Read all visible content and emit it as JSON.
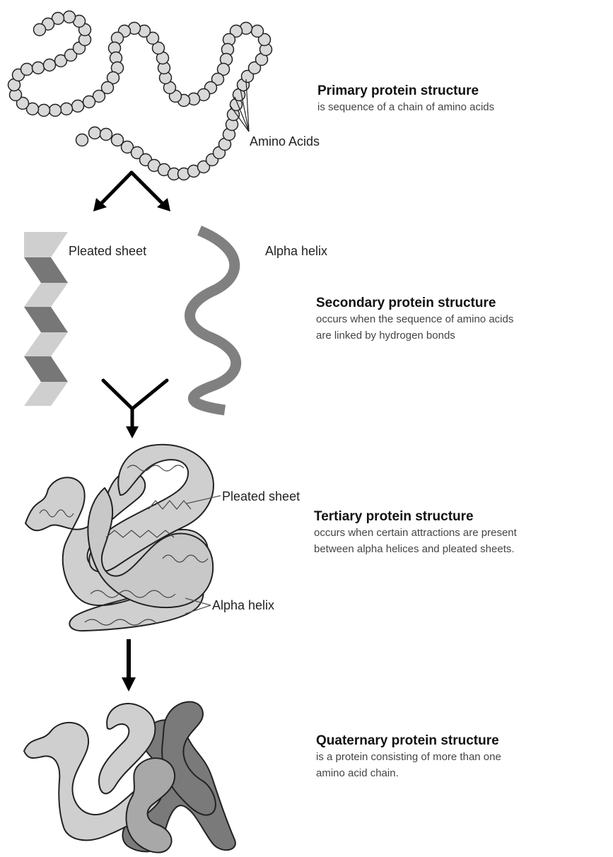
{
  "primary": {
    "title": "Primary protein structure",
    "desc": [
      "is sequence of a chain of amino acids"
    ],
    "label_amino": "Amino Acids"
  },
  "secondary": {
    "title": "Secondary protein structure",
    "desc": [
      "occurs when the sequence of amino acids",
      "are linked by hydrogen bonds"
    ],
    "label_pleated": "Pleated sheet",
    "label_alpha": "Alpha helix"
  },
  "tertiary": {
    "title": "Tertiary protein structure",
    "desc": [
      "occurs when certain attractions are present",
      "between alpha helices and pleated sheets."
    ],
    "label_pleated": "Pleated sheet",
    "label_alpha": "Alpha helix"
  },
  "quaternary": {
    "title": "Quaternary protein structure",
    "desc": [
      "is a protein consisting of more than one",
      "amino acid chain."
    ]
  },
  "colors": {
    "bead_fill": "#d9d9d9",
    "outline": "#222222",
    "sheet_light": "#cfcfcf",
    "sheet_dark": "#777777",
    "helix": "#808080",
    "ribbon_light": "#cfcfcf",
    "ribbon_dark": "#7a7a7a",
    "arrow": "#000000"
  }
}
